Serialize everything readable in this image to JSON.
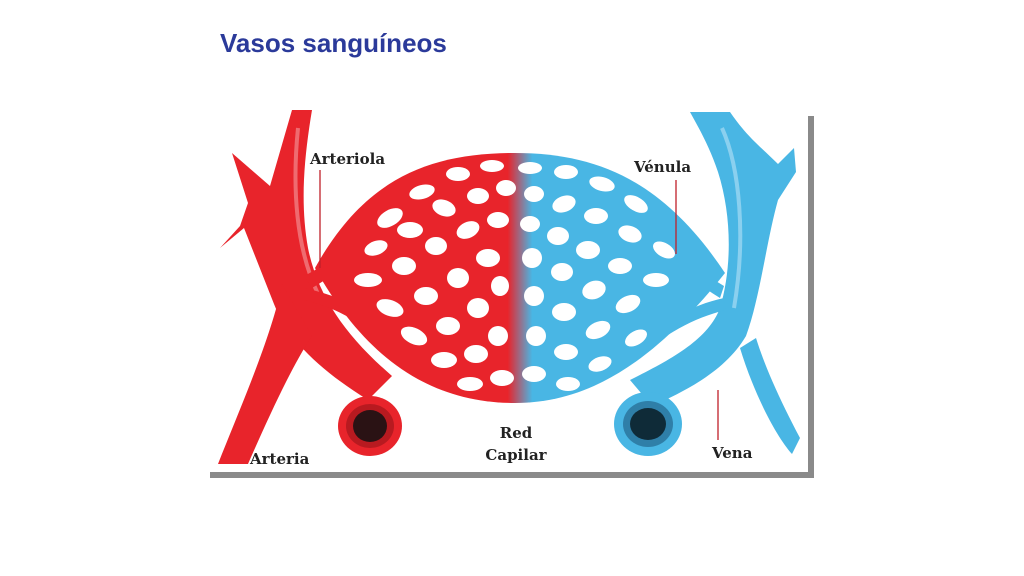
{
  "title": "Vasos sanguíneos",
  "labels": {
    "arteriola": "Arteriola",
    "venula": "Vénula",
    "arteria": "Arteria",
    "red": "Red",
    "capilar": "Capilar",
    "vena": "Vena"
  },
  "colors": {
    "title": "#2b3a9a",
    "arterial": "#e8242b",
    "venous": "#49b6e4",
    "shadow": "#8a8a8a"
  }
}
